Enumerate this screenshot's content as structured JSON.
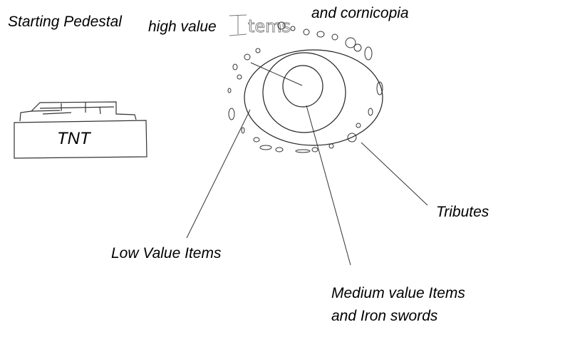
{
  "labels": {
    "starting_pedestal": "Starting Pedestal",
    "high_value_prefix": "high value",
    "high_value_scribble": "Items",
    "cornicopia": "and cornicopia",
    "tnt": "TNT",
    "tributes": "Tributes",
    "low_value": "Low Value Items",
    "medium_value": "Medium value Items\nand Iron swords"
  },
  "colors": {
    "ink": "#000000",
    "scribble": "#777777",
    "background": "#ffffff"
  }
}
